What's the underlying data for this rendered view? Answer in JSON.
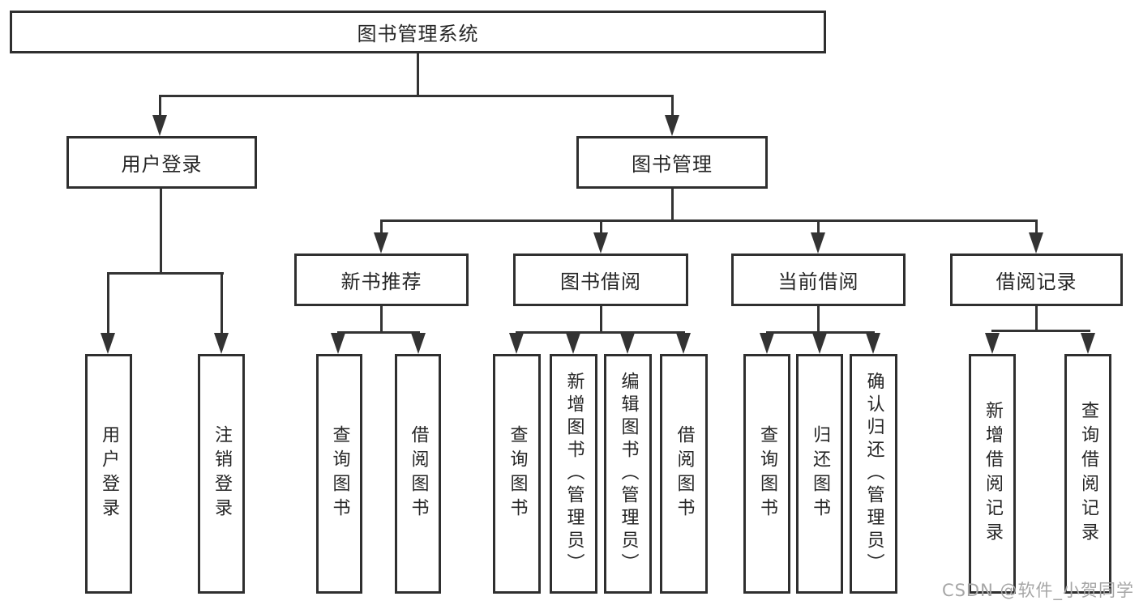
{
  "tree": {
    "root": {
      "label": "图书管理系统"
    },
    "level2": [
      {
        "label": "用户登录",
        "children": [
          {
            "label": "用户登录"
          },
          {
            "label": "注销登录"
          }
        ]
      },
      {
        "label": "图书管理",
        "children": [
          {
            "label": "新书推荐",
            "children": [
              {
                "label": "查询图书"
              },
              {
                "label": "借阅图书"
              }
            ]
          },
          {
            "label": "图书借阅",
            "children": [
              {
                "label": "查询图书"
              },
              {
                "label": "新增图书（管理员）"
              },
              {
                "label": "编辑图书（管理员）"
              },
              {
                "label": "借阅图书"
              }
            ]
          },
          {
            "label": "当前借阅",
            "children": [
              {
                "label": "查询图书"
              },
              {
                "label": "归还图书"
              },
              {
                "label": "确认归还（管理员）"
              }
            ]
          },
          {
            "label": "借阅记录",
            "children": [
              {
                "label": "新增借阅记录"
              },
              {
                "label": "查询借阅记录"
              }
            ]
          }
        ]
      }
    ]
  },
  "watermark": {
    "text": "CSDN @软件_小贺同学"
  },
  "colors": {
    "line": "#333333",
    "border": "#2f2f2f",
    "text": "#262626",
    "watermark": "#a6a6a6",
    "background": "#ffffff"
  }
}
